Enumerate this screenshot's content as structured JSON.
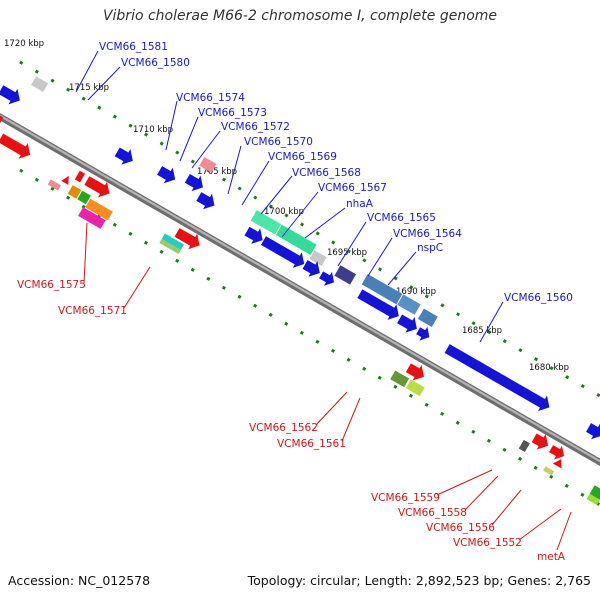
{
  "title": "Vibrio cholerae M66-2 chromosome I, complete genome",
  "footer": {
    "accession": "Accession: NC_012578",
    "summary": "Topology: circular; Length: 2,892,523 bp; Genes: 2,765"
  },
  "colors": {
    "forward_label": "#1a1acc",
    "reverse_label": "#cc1a1a",
    "backbone": "#8a8a8a",
    "ticks": "#1f7a1f"
  },
  "ruler": [
    "1720 kbp",
    "1715 kbp",
    "1710 kbp",
    "1705 kbp",
    "1700 kbp",
    "1695 kbp",
    "1690 kbp",
    "1685 kbp",
    "1680 kbp"
  ],
  "forward_labels": [
    "VCM66_1581",
    "VCM66_1580",
    "VCM66_1574",
    "VCM66_1573",
    "VCM66_1572",
    "VCM66_1570",
    "VCM66_1569",
    "VCM66_1568",
    "VCM66_1567",
    "nhaA",
    "VCM66_1565",
    "VCM66_1564",
    "nspC",
    "VCM66_1560"
  ],
  "reverse_labels": [
    "VCM66_1575",
    "VCM66_1571",
    "VCM66_1562",
    "VCM66_1561",
    "VCM66_1559",
    "VCM66_1558",
    "VCM66_1556",
    "VCM66_1552",
    "metA"
  ]
}
